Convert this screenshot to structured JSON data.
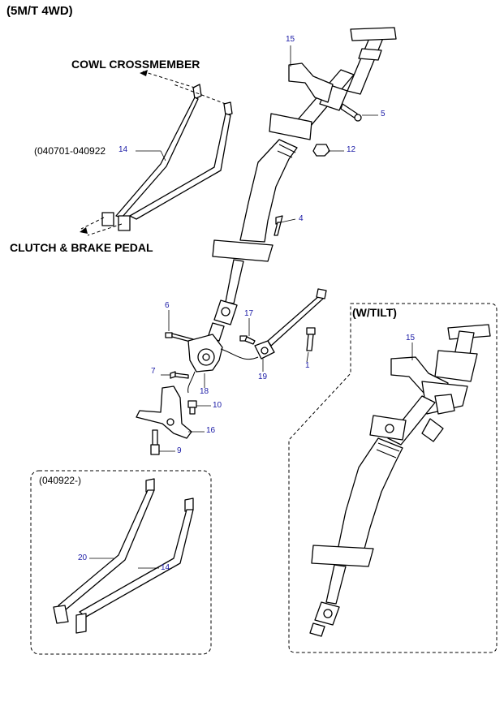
{
  "diagram": {
    "title": "(5M/T 4WD)",
    "callouts": {
      "cowl_crossmember": "COWL CROSSMEMBER",
      "clutch_brake_pedal": "CLUTCH & BRAKE  PEDAL",
      "date_range_top": "(040701-040922",
      "date_range_box": "(040922-)",
      "tilt_box": "(W/TILT)"
    },
    "part_numbers": {
      "p15_main": "15",
      "p5": "5",
      "p12": "12",
      "p14_main": "14",
      "p4": "4",
      "p6": "6",
      "p17": "17",
      "p1": "1",
      "p19": "19",
      "p7": "7",
      "p18": "18",
      "p10": "10",
      "p16": "16",
      "p9": "9",
      "p20": "20",
      "p14_box": "14",
      "p15_tilt": "15"
    }
  }
}
